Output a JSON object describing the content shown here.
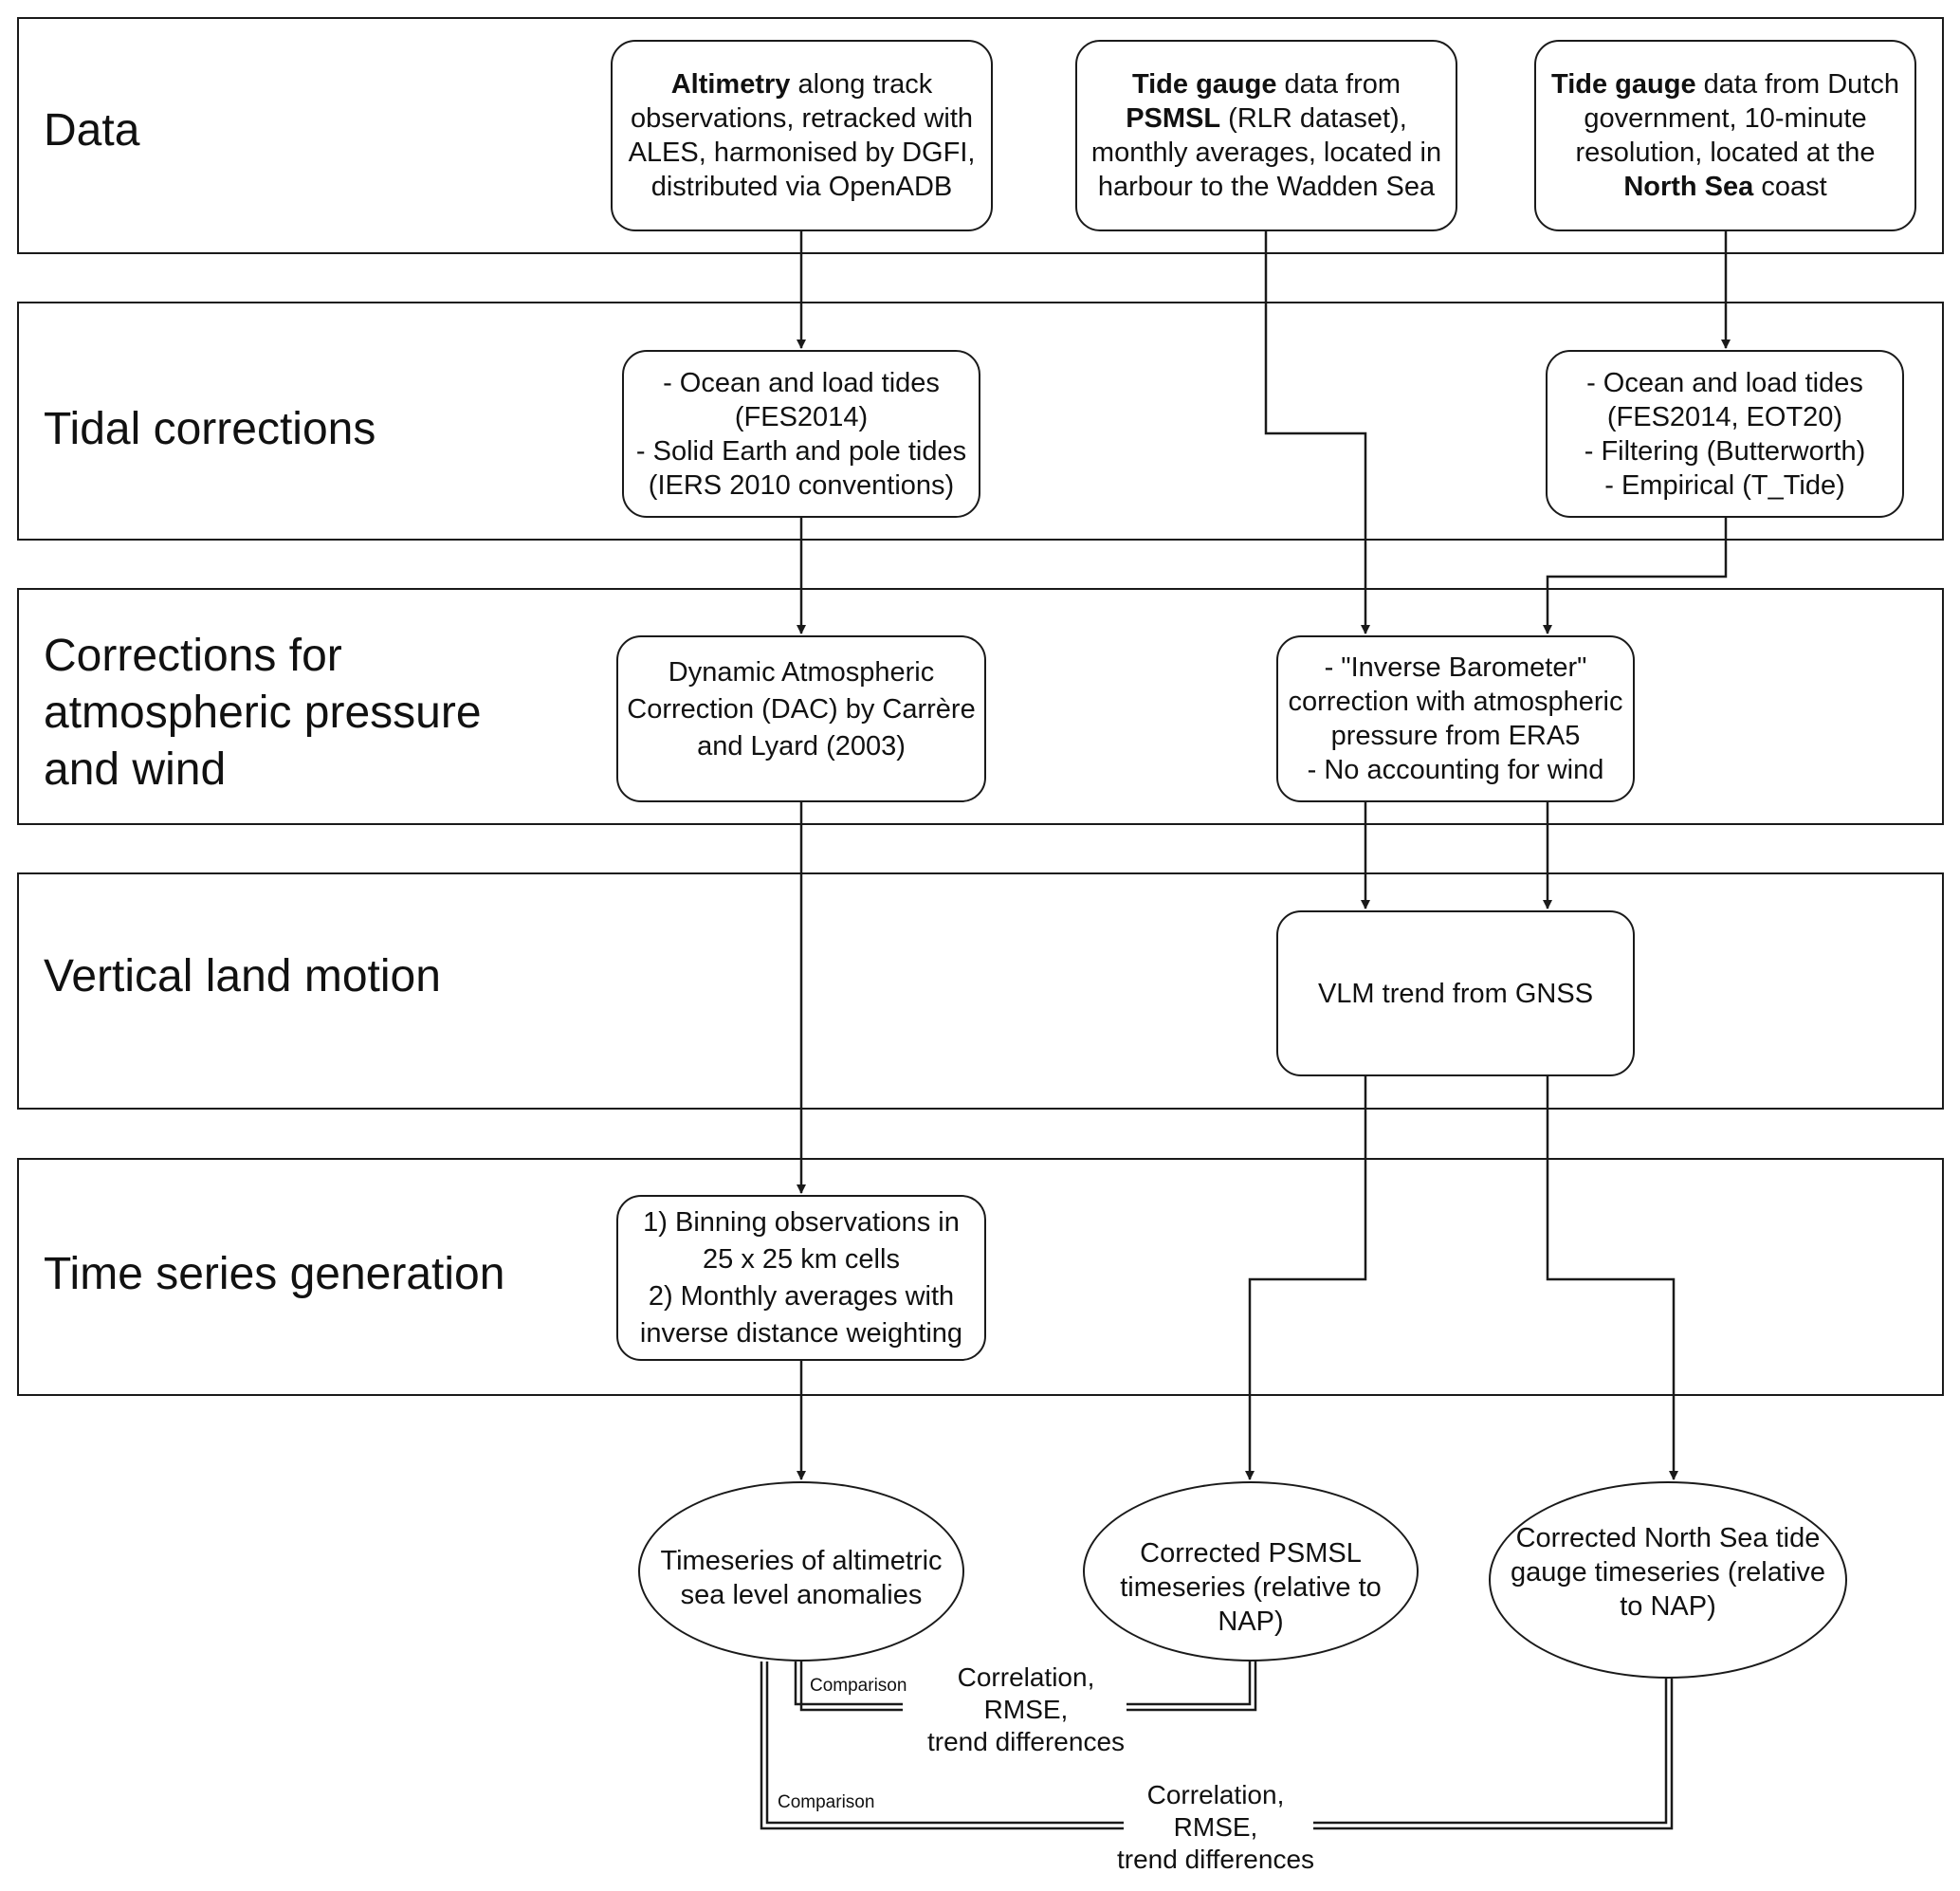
{
  "bands": [
    {
      "label": [
        "Data"
      ]
    },
    {
      "label": [
        "Tidal corrections"
      ]
    },
    {
      "label": [
        "Corrections for",
        "atmospheric pressure",
        "and wind"
      ]
    },
    {
      "label": [
        "Vertical land motion"
      ]
    },
    {
      "label": [
        "Time series generation"
      ]
    }
  ],
  "boxes": {
    "altimetry_data": [
      [
        {
          "t": "Altimetry",
          "b": true
        },
        {
          "t": " along track"
        }
      ],
      [
        {
          "t": "observations, retracked with"
        }
      ],
      [
        {
          "t": "ALES, harmonised by DGFI,"
        }
      ],
      [
        {
          "t": "distributed via OpenADB"
        }
      ]
    ],
    "psmsl_data": [
      [
        {
          "t": "Tide gauge",
          "b": true
        },
        {
          "t": " data from"
        }
      ],
      [
        {
          "t": "PSMSL",
          "b": true
        },
        {
          "t": " (RLR dataset),"
        }
      ],
      [
        {
          "t": "monthly averages, located in"
        }
      ],
      [
        {
          "t": "harbour to the Wadden Sea"
        }
      ]
    ],
    "dutch_data": [
      [
        {
          "t": "Tide gauge",
          "b": true
        },
        {
          "t": " data from Dutch"
        }
      ],
      [
        {
          "t": "government, 10-minute"
        }
      ],
      [
        {
          "t": "resolution, located at the"
        }
      ],
      [
        {
          "t": "North Sea",
          "b": true
        },
        {
          "t": " coast"
        }
      ]
    ],
    "alt_tidal": [
      [
        {
          "t": "- Ocean and load tides"
        }
      ],
      [
        {
          "t": "(FES2014)"
        }
      ],
      [
        {
          "t": "- Solid Earth and pole tides"
        }
      ],
      [
        {
          "t": "(IERS 2010 conventions)"
        }
      ]
    ],
    "tg_tidal": [
      [
        {
          "t": "- Ocean and load tides"
        }
      ],
      [
        {
          "t": "(FES2014, EOT20)"
        }
      ],
      [
        {
          "t": "- Filtering (Butterworth)"
        }
      ],
      [
        {
          "t": "- Empirical (T_Tide)"
        }
      ]
    ],
    "dac": [
      [
        {
          "t": "Dynamic Atmospheric"
        }
      ],
      [
        {
          "t": "Correction (DAC) by Carrère"
        }
      ],
      [
        {
          "t": "and Lyard (2003)"
        }
      ]
    ],
    "inverse_barometer": [
      [
        {
          "t": "- \"Inverse Barometer\""
        }
      ],
      [
        {
          "t": "correction with atmospheric"
        }
      ],
      [
        {
          "t": "pressure from ERA5"
        }
      ],
      [
        {
          "t": "- No accounting for wind"
        }
      ]
    ],
    "vlm": [
      [
        {
          "t": "VLM trend from GNSS"
        }
      ]
    ],
    "binning": [
      [
        {
          "t": "1) Binning observations in"
        }
      ],
      [
        {
          "t": "25 x 25 km cells"
        }
      ],
      [
        {
          "t": "2) Monthly averages with"
        }
      ],
      [
        {
          "t": "inverse distance weighting"
        }
      ]
    ]
  },
  "outputs": {
    "altimetric": [
      "Timeseries of altimetric",
      "sea level anomalies"
    ],
    "psmsl": [
      "Corrected PSMSL",
      "timeseries (relative to",
      "NAP)"
    ],
    "northsea": [
      "Corrected North Sea tide",
      "gauge timeseries (relative",
      "to NAP)"
    ]
  },
  "comparisons": [
    {
      "tag": "Comparison",
      "metrics": [
        "Correlation,",
        "RMSE,",
        "trend differences"
      ]
    },
    {
      "tag": "Comparison",
      "metrics": [
        "Correlation,",
        "RMSE,",
        "trend differences"
      ]
    }
  ],
  "colors": {
    "stroke": "#1a1a1a",
    "background": "#ffffff"
  }
}
